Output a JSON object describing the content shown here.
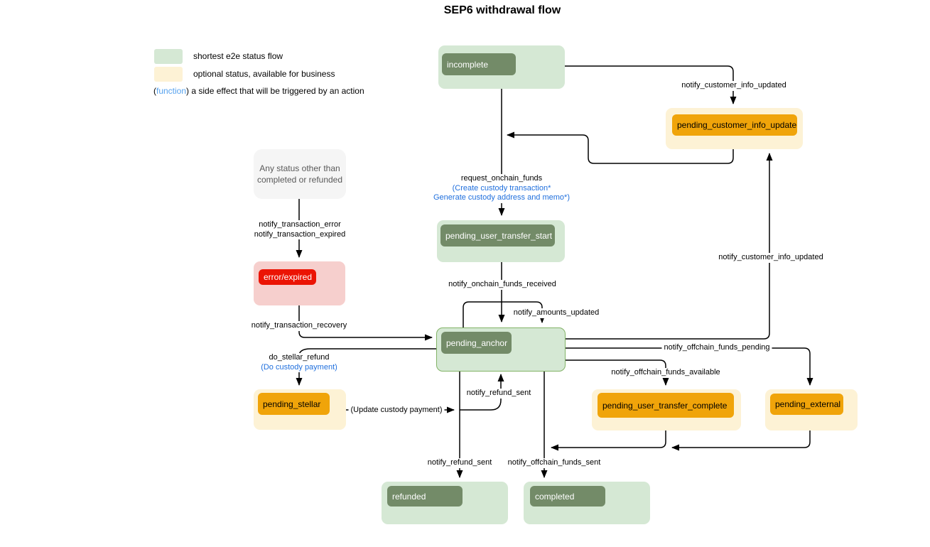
{
  "title": "SEP6 withdrawal flow",
  "legend": {
    "green_label": "shortest e2e status flow",
    "yellow_label": "optional status, available for business",
    "fn_open": "(",
    "fn_word": "function",
    "fn_rest": ") a side effect that will be triggered by an action"
  },
  "nodes": {
    "incomplete": "incomplete",
    "pending_customer_info_update": "pending_customer_info_update",
    "pending_user_transfer_start": "pending_user_transfer_start",
    "pending_anchor": "pending_anchor",
    "error_expired": "error/expired",
    "pending_stellar": "pending_stellar",
    "pending_user_transfer_complete": "pending_user_transfer_complete",
    "pending_external": "pending_external",
    "refunded": "refunded",
    "completed": "completed"
  },
  "note": {
    "line1": "Any status other than",
    "line2": "completed or refunded"
  },
  "edges": {
    "top_customer_info": "notify_customer_info_updated",
    "request_onchain": {
      "label": "request_onchain_funds",
      "fn1": "(Create custody transaction*",
      "fn2": "Generate custody address and memo*)"
    },
    "transaction_error": {
      "line1": "notify_transaction_error",
      "line2": "notify_transaction_expired"
    },
    "onchain_received": "notify_onchain_funds_received",
    "amounts_updated": "notify_amounts_updated",
    "transaction_recovery": "notify_transaction_recovery",
    "stellar_refund": {
      "label": "do_stellar_refund",
      "fn": "(Do custody payment)"
    },
    "update_custody": "(Update custody payment)",
    "refund_sent_to_anchor": "notify_refund_sent",
    "refund_sent_to_refunded": "notify_refund_sent",
    "offchain_sent": "notify_offchain_funds_sent",
    "offchain_pending": "notify_offchain_funds_pending",
    "offchain_available": "notify_offchain_funds_available",
    "customer_info_right": "notify_customer_info_updated"
  },
  "colors": {
    "green_fill": "#d5e8d4",
    "green_chip": "#738b68",
    "green_border": "#82b366",
    "yellow_fill": "#fdf2d5",
    "orange_chip": "#f0a40a",
    "pink_fill": "#f6cfcd",
    "red_chip": "#eb1404",
    "note_fill": "#f5f5f5",
    "note_text": "#595959",
    "function_blue": "#1f6fdd",
    "legend_function_blue": "#56a2ee",
    "edge_line": "#000000"
  }
}
